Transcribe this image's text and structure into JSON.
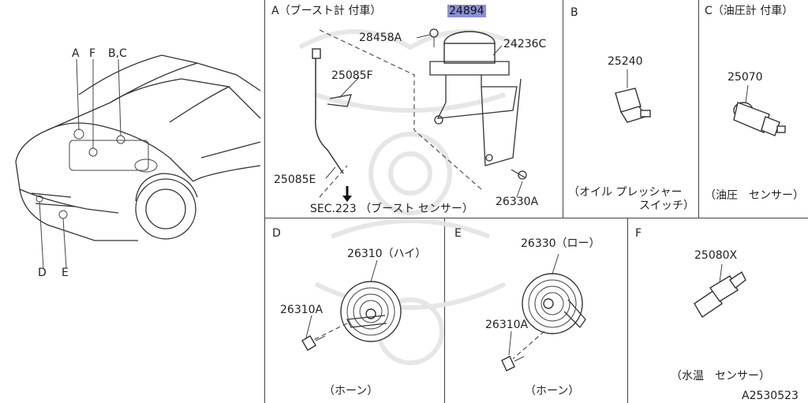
{
  "diagram_id": "A2530523",
  "overview": {
    "callouts": [
      "A",
      "F",
      "B,C",
      "D",
      "E"
    ]
  },
  "panel_a": {
    "title": "A（ブースト計 付車）",
    "parts": {
      "sensor": "24894",
      "screw": "28458A",
      "bracket": "24236C",
      "clip": "25085F",
      "hose": "25085E",
      "bolt": "26330A"
    },
    "sec_ref": "SEC.223 （ブースト センサー）"
  },
  "panel_b": {
    "title": "B",
    "part": "25240",
    "caption_line1": "（オイル プレッシャー",
    "caption_line2": "スイッチ）"
  },
  "panel_c": {
    "title": "C（油圧計 付車）",
    "part": "25070",
    "caption": "（油圧　センサー）"
  },
  "panel_d": {
    "title": "D",
    "horn": "26310（ハイ）",
    "bolt": "26310A",
    "caption": "（ホーン）"
  },
  "panel_e": {
    "title": "E",
    "horn": "26330（ロー）",
    "bolt": "26310A",
    "caption": "（ホーン）"
  },
  "panel_f": {
    "title": "F",
    "part": "25080X",
    "caption": "（水温　センサー）"
  }
}
